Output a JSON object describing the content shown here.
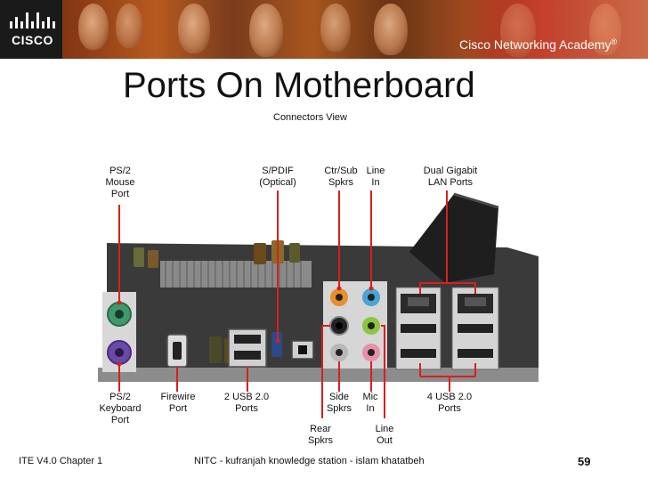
{
  "header": {
    "logo_text": "CISCO",
    "academy_text": "Cisco Networking Academy",
    "academy_mark": "®"
  },
  "slide": {
    "title": "Ports On  Motherboard",
    "subtitle": "Connectors View"
  },
  "labels": {
    "ps2_mouse": "PS/2\nMouse\nPort",
    "spdif": "S/PDIF\n(Optical)",
    "ctr_sub": "Ctr/Sub\nSpkrs",
    "line_in": "Line\nIn",
    "dual_lan": "Dual Gigabit\nLAN Ports",
    "ps2_keyboard": "PS/2\nKeyboard\nPort",
    "firewire": "Firewire\nPort",
    "usb_2": "2 USB 2.0\nPorts",
    "side_spkrs": "Side\nSpkrs",
    "mic_in": "Mic\nIn",
    "usb_4": "4 USB 2.0\nPorts",
    "rear_spkrs": "Rear\nSpkrs",
    "line_out": "Line\nOut"
  },
  "footer": {
    "left": "ITE V4.0 Chapter 1",
    "center": "NITC - kufranjah  knowledge station  - islam  khatatbeh",
    "page": "59"
  },
  "colors": {
    "pointer": "#d8201c",
    "ps2_mouse": "#3f9a6a",
    "ps2_keyboard": "#6a4aa8",
    "audio_orange": "#e8902a",
    "audio_blue": "#4aa4d8",
    "audio_green": "#8cc63f",
    "audio_pink": "#e890a8"
  },
  "icons": [
    "cisco-logo-icon",
    "motherboard-io-panel-image"
  ]
}
